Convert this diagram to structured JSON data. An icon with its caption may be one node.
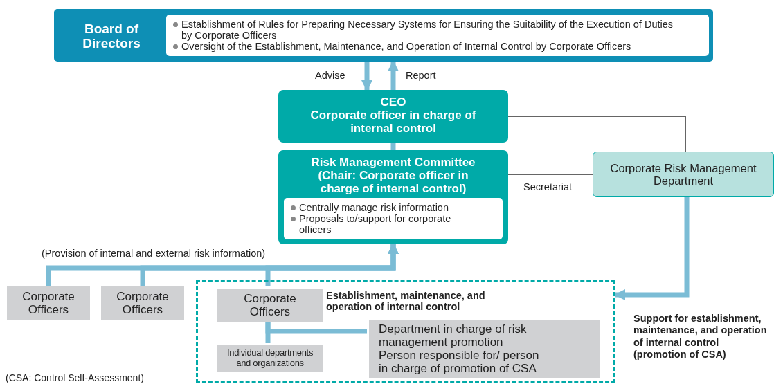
{
  "diagram": {
    "nodes": [
      {
        "text": [
          "Board of Directors"
        ]
      },
      {
        "text": [
          "Establishment of Rules for Preparing Necessary Systems for Ensuring the Suitability of the Execution of Duties by Corporate Officers",
          "Oversight of the Establishment, Maintenance, and Operation of Internal Control by Corporate Officers"
        ],
        "in": 0
      },
      {
        "text": [
          "CEO",
          "Corporate officer in charge of internal control"
        ]
      },
      {
        "text": [
          "Risk Management Committee",
          "(Chair: Corporate officer in charge of internal control)"
        ]
      },
      {
        "text": [
          "Centrally manage risk information",
          "Proposals to/support for corporate officers"
        ],
        "in": 3
      },
      {
        "text": [
          "Corporate Risk Management Department"
        ]
      },
      {
        "text": [
          "Corporate Officers"
        ]
      },
      {
        "text": [
          "Corporate Officers"
        ]
      },
      {
        "text": [
          "Establishment, maintenance, and operation of internal control"
        ]
      },
      {
        "text": [
          "Corporate Officers"
        ],
        "in": 8
      },
      {
        "text": [
          "Individual departments and organizations"
        ],
        "in": 8
      },
      {
        "text": [
          "Department in charge of risk management promotion",
          "Person responsible for/ person in charge of promotion of CSA"
        ],
        "in": 8
      }
    ],
    "edges": [
      {
        "from": 0,
        "to": 2,
        "arrow": "to",
        "label": "Advise"
      },
      {
        "from": 2,
        "to": 0,
        "arrow": "to",
        "label": "Report"
      },
      {
        "from": 2,
        "to": 3,
        "arrow": "none"
      },
      {
        "from": 6,
        "to": 3,
        "arrow": "to",
        "label": "(Provision of internal and external risk information)"
      },
      {
        "from": 7,
        "to": 3,
        "arrow": "to"
      },
      {
        "from": 9,
        "to": 3,
        "arrow": "to"
      },
      {
        "from": 2,
        "to": 5,
        "arrow": "none",
        "color": "#333333"
      },
      {
        "from": 3,
        "to": 5,
        "arrow": "none",
        "label": "Secretariat",
        "color": "#333333"
      },
      {
        "from": 5,
        "to": 8,
        "arrow": "to",
        "label": "Support for establishment, maintenance, and operation of internal control (promotion of CSA)"
      },
      {
        "from": 9,
        "to": 10,
        "arrow": "none"
      },
      {
        "from": 9,
        "to": 11,
        "arrow": "none"
      }
    ],
    "labels": [
      "(CSA: Control Self-Assessment)"
    ]
  }
}
